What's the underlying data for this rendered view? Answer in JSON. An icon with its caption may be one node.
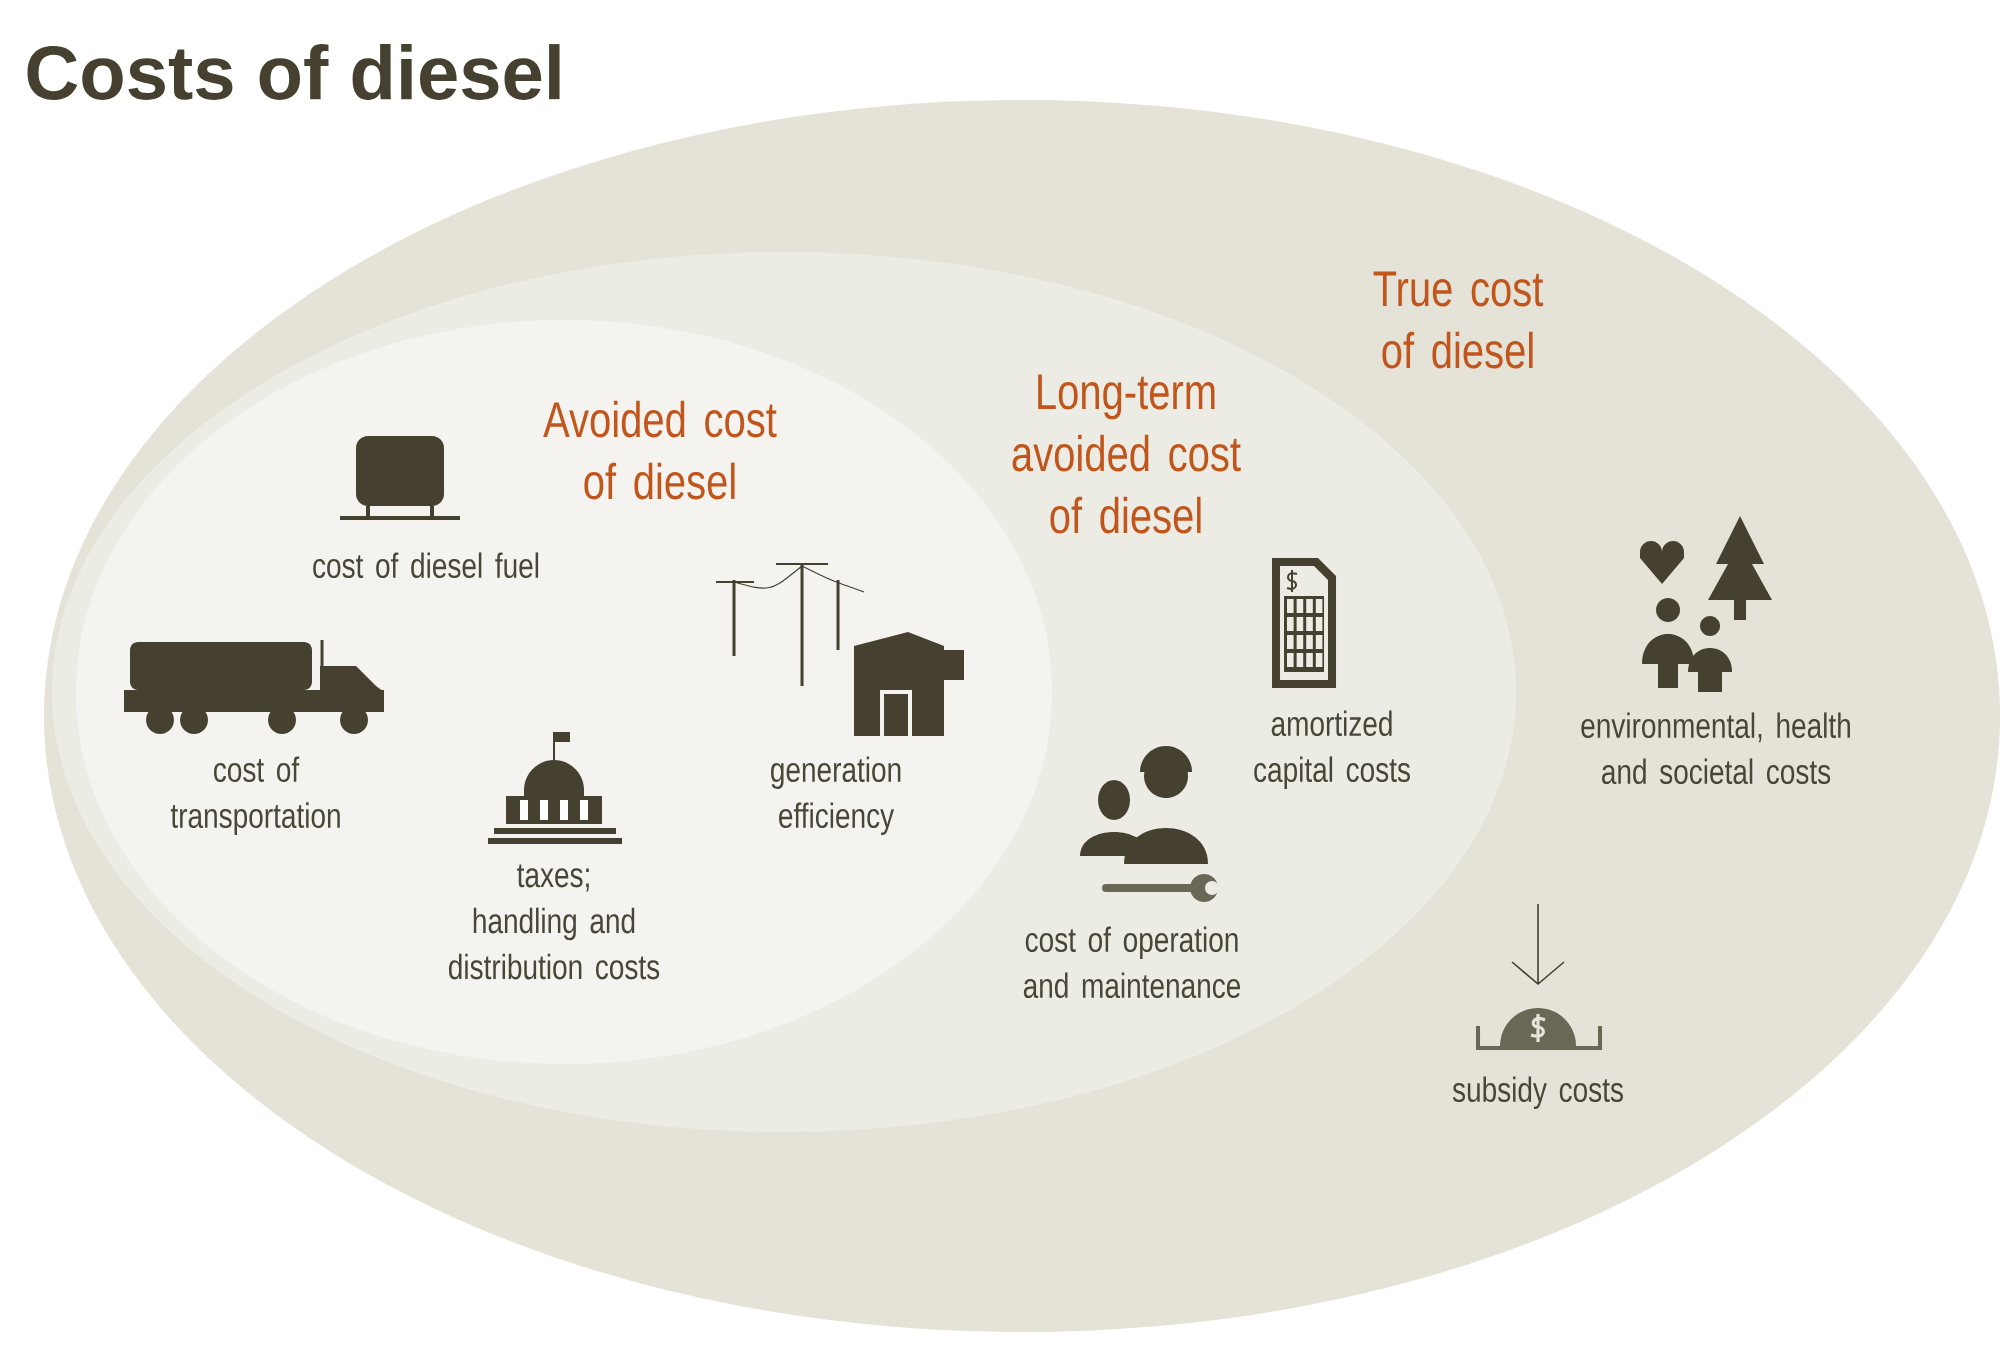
{
  "diagram": {
    "title": "Costs of diesel",
    "nodes": [
      {
        "text": [
          "True cost of diesel"
        ]
      },
      {
        "text": [
          "Long-term avoided cost of diesel"
        ],
        "in": 0
      },
      {
        "text": [
          "Avoided cost of diesel"
        ],
        "in": 1
      }
    ],
    "labels": [
      "cost of diesel fuel",
      "cost of transportation",
      "generation efficiency",
      "taxes; handling and distribution costs",
      "amortized capital costs",
      "cost of operation and maintenance",
      "environmental, health and societal costs",
      "subsidy costs"
    ]
  }
}
